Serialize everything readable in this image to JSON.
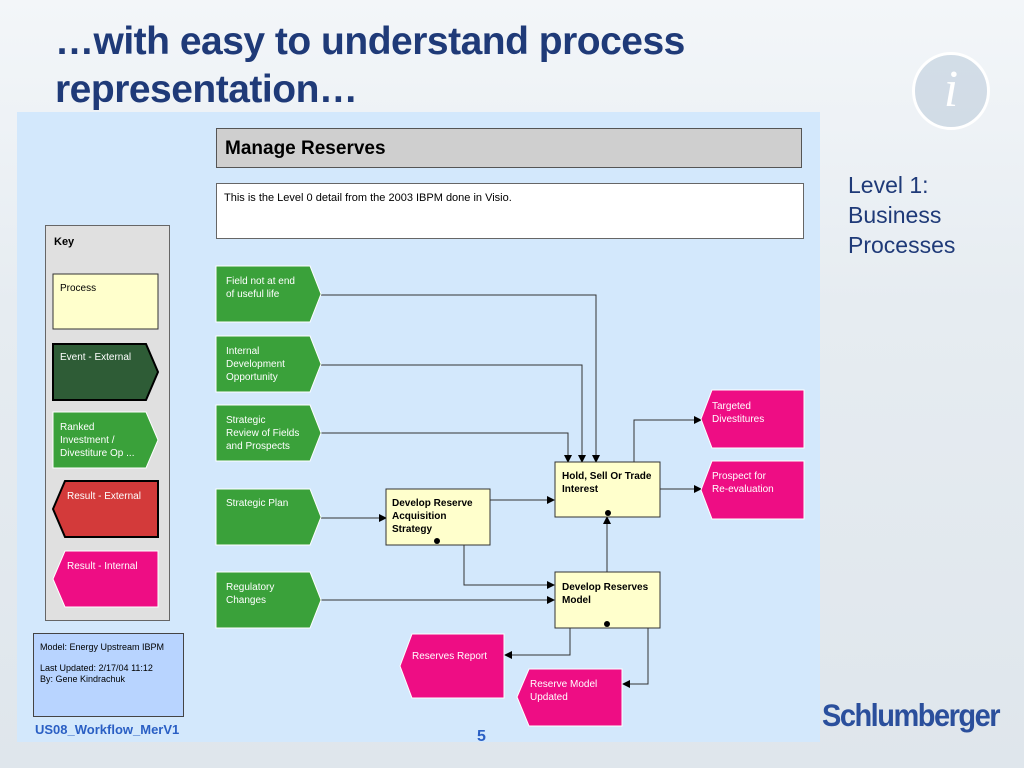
{
  "slide": {
    "title_line1": "…with easy to understand process",
    "title_line2": "representation…",
    "level_label": [
      "Level 1:",
      "Business",
      "Processes"
    ],
    "footer_left": "US08_Workflow_MerV1",
    "page_number": "5",
    "logo_text": "Schlumberger"
  },
  "diagram": {
    "header": "Manage Reserves",
    "description": "This is the Level 0 detail from the 2003 IBPM done in Visio.",
    "key": {
      "title": "Key",
      "items": [
        {
          "label": [
            "Process"
          ],
          "type": "process"
        },
        {
          "label": [
            "Event - External"
          ],
          "type": "event-external"
        },
        {
          "label": [
            "Ranked",
            "Investment /",
            "Divestiture Op ..."
          ],
          "type": "event-internal"
        },
        {
          "label": [
            "Result - External"
          ],
          "type": "result-external"
        },
        {
          "label": [
            "Result - Internal"
          ],
          "type": "result-internal"
        }
      ]
    },
    "model_info": {
      "model": "Model:  Energy Upstream IBPM",
      "last_updated": "Last Updated: 2/17/04 11:12",
      "by": "By: Gene Kindrachuk"
    },
    "events": [
      {
        "label": [
          "Field not at end",
          "of  useful life"
        ]
      },
      {
        "label": [
          "Internal",
          "Development",
          "Opportunity"
        ]
      },
      {
        "label": [
          "Strategic",
          "Review of Fields",
          "and Prospects"
        ]
      },
      {
        "label": [
          "Strategic Plan"
        ]
      },
      {
        "label": [
          "Regulatory",
          "Changes"
        ]
      }
    ],
    "processes": [
      {
        "label": [
          "Develop Reserve",
          "Acquisition",
          "Strategy"
        ]
      },
      {
        "label": [
          "Hold, Sell Or Trade",
          "Interest"
        ]
      },
      {
        "label": [
          "Develop Reserves",
          "Model"
        ]
      }
    ],
    "results": [
      {
        "label": [
          "Targeted",
          "Divestitures"
        ]
      },
      {
        "label": [
          "Prospect for",
          "Re-evaluation"
        ]
      },
      {
        "label": [
          "Reserves Report"
        ]
      },
      {
        "label": [
          "Reserve Model",
          "Updated"
        ]
      }
    ]
  },
  "colors": {
    "event_external": "#2e5c36",
    "event_internal": "#3aa13a",
    "result_external": "#d33a3a",
    "result_internal": "#ee0d84",
    "process": "#ffffcc",
    "title": "#1f3a78",
    "canvas": "#d3e8fc"
  }
}
